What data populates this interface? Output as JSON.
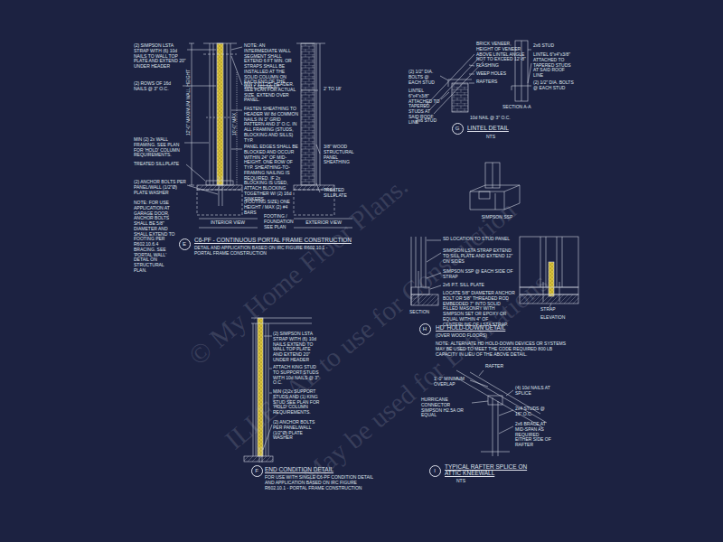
{
  "diagram": {
    "nodes": [
      {
        "text": [
          "E"
        ]
      },
      {
        "text": [
          "F"
        ]
      },
      {
        "text": [
          "G"
        ]
      },
      {
        "text": [
          "H"
        ]
      },
      {
        "text": [
          "I"
        ]
      }
    ],
    "labels": [
      "(2) SIMPSON LSTA STRAP WITH (6) 10d NAILS TO WALL TOP PLATE AND EXTEND 20\" UNDER HEADER",
      "(2) ROWS OF 16d NAILS @ 3\" O.C.",
      "12'-0\" MAXIMUM WALL HEIGHT",
      "10'-0\" MAX",
      "MIN (2) 2x WALL FRAMING. SEE PLAN FOR 'HOLD' COLUMN REQUIREMENTS.",
      "TREATED SILLPLATE",
      "(2) ANCHOR BOLTS PER PANEL/WALL (1/2\"Ø) PLATE WASHER",
      "NOTE: FOR USE APPLICATION AT GARAGE DOOR, ANCHOR BOLTS SHALL BE 5/8\" DIAMETER AND SHALL EXTEND TO FOOTING PER R602.10.6.4 BRACING. SEE 'PORTAL WALL' DETAIL ON STRUCTURAL PLAN.",
      "NOTE: AN INTERMEDIATE WALL SEGMENT SHALL EXTEND 6 FT MIN. OR STRAPS SHALL BE INSTALLED AT THE SOLID COLUMN ON EACH END OF THE WALL SEGMENT.",
      "MIN 3\"x11.25\" HEADER. SEE PLAN FOR ACTUAL SIZE. EXTEND OVER PANEL.",
      "FASTEN SHEATHING TO HEADER W/ 8d COMMON NAILS IN 3\" GRID PATTERN AND 3\" O.C. IN ALL FRAMING (STUDS, BLOCKING AND SILLS) TYP.",
      "PANEL EDGES SHALL BE BLOCKED AND OCCUR WITHIN 24\" OF MID-HEIGHT. ONE ROW OF TYP. SHEATHING-TO-FRAMING NAILING IS REQUIRED. IF 2x BLOCKING IS USED, ATTACH BLOCKING TOGETHER W/ (2) 16d SINKERS.",
      "(FOOTING SIZE) ONE HEIGHT / MAX (2) #4 BARS",
      "FOOTING / FOUNDATION SEE PLAN",
      "INTERIOR VIEW",
      "EXTERIOR VIEW",
      "2' TO 18'",
      "3/8\" WOOD STRUCTURAL PANEL SHEATHING",
      "TREATED SILLPLATE",
      "C6-PF - CONTINUOUS PORTAL FRAME CONSTRUCTION",
      "DETAIL AND APPLICATION BASED ON IRC FIGURE R602.10.1 - PORTAL FRAME CONSTRUCTION",
      "BRICK VENEER, HEIGHT OF VENEER ABOVE LINTEL ANGLE NOT TO EXCEED 12'-8\"",
      "FLASHING",
      "WEEP HOLES",
      "RAFTERS",
      "(2) 1/2\" DIA. BOLTS @ EACH STUD",
      "LINTEL 6\"x4\"x3/8\" ATTACHED TO TAPERED STUDS AT SAID ROOF LINE",
      "2x6 STUD",
      "LINTEL 6\"x4\"x3/8\" ATTACHED TO TAPERED STUDS AT SAID ROOF LINE",
      "(2) 1/2\" DIA. BOLTS @ EACH STUD",
      "SECTION A-A",
      "2x6 STUD",
      "10d NAIL @ 3\" O.C.",
      "LINTEL DETAIL",
      "NTS",
      "SIMPSON SSP",
      "SD LOCATION TO STUD PANEL",
      "SIMPSON LSTA STRAP EXTEND TO SILL PLATE AND EXTEND 12\" ON SIDES",
      "SIMPSON SSP @ EACH SIDE OF STRAP",
      "2x6 P.T. SILL PLATE",
      "LOCATE 5/8\" DIAMETER ANCHOR BOLT OR 5/8\" THREADED ROD EMBEDDED 7\" INTO SOLID FILLED MASONRY WITH SIMPSON SET OR EPOXY OR EQUAL WITHIN 4\" OF CENTERLINE OF LSTA STRAP.",
      "SECTION",
      "STRAP",
      "ELEVATION",
      "HD' HOLD-DOWN DETAIL",
      "(OVER WOOD FLOORS)",
      "NOTE: ALTERNATE HD HOLD-DOWN DEVICES OR SYSTEMS MAY BE USED TO MEET THE CODE REQUIRED 800 LB CAPACITY IN LIEU OF THE ABOVE DETAIL.",
      "RAFTER",
      "1'-0\" MINIMUM OVERLAP",
      "(4) 10d NAILS AT SPLICE",
      "HURRICANE CONNECTOR SIMPSON H2.5A OR EQUAL",
      "2x4 STUDS @ 16\" O.C.",
      "2x6 BRACE AT MID-SPAN AS REQUIRED EITHER SIDE OF RAFTER",
      "TYPICAL RAFTER SPLICE ON ATTIC KNEEWALL",
      "NTS",
      "(2) SIMPSON LSTA STRAP WITH (6) 10d NAILS EXTEND TO WALL TOP PLATE AND EXTEND 20\" UNDER HEADER",
      "ATTACH KING STUD TO SUPPORT STUDS WITH 10d NAILS @ 3\" O.C.",
      "MIN (2)2x SUPPORT STUDS AND (1) KING STUD SEE PLAN FOR 'HOLD' COLUMN REQUIREMENTS.",
      "(2) ANCHOR BOLTS PER PANEL/WALL (1/2\"Ø) PLATE WASHER",
      "END CONDITION DETAIL",
      "FOR USE WITH SINGLE C6-PF CONDITION DETAIL AND APPLICATION BASED ON IRC FIGURE R602.10.1 - PORTAL FRAME CONSTRUCTION",
      "© My Home Floor Plans.",
      "ILLEGAL to use for Construction",
      "May be used for Estimations"
    ]
  }
}
